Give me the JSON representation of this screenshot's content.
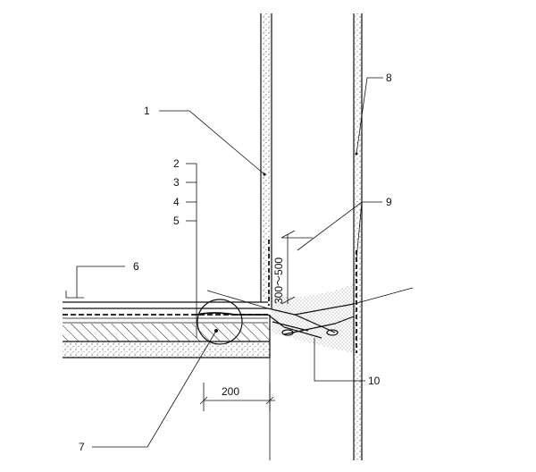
{
  "callouts": {
    "c1": "1",
    "c2": "2",
    "c3": "3",
    "c4": "4",
    "c5": "5",
    "c6": "6",
    "c7": "7",
    "c8": "8",
    "c9": "9",
    "c10": "10"
  },
  "dimensions": {
    "overlap": "300～500",
    "width": "200"
  }
}
